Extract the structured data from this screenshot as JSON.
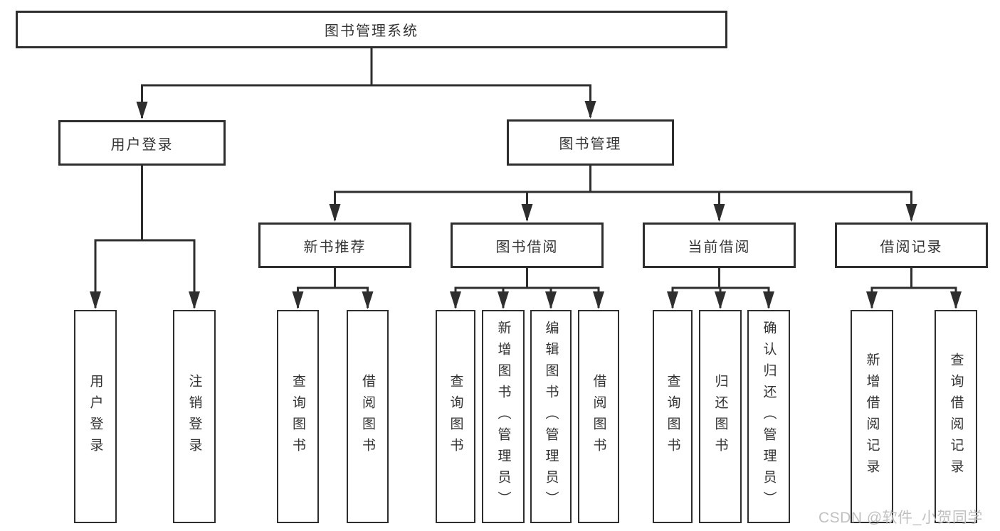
{
  "diagram": {
    "title": "图书管理系统",
    "root": {
      "label": "图书管理系统"
    },
    "level2": [
      {
        "id": "user-login",
        "label": "用户登录"
      },
      {
        "id": "book-management",
        "label": "图书管理"
      }
    ],
    "level3": [
      {
        "id": "new-book-recommend",
        "label": "新书推荐",
        "parent": "book-management"
      },
      {
        "id": "book-borrow",
        "label": "图书借阅",
        "parent": "book-management"
      },
      {
        "id": "current-borrow",
        "label": "当前借阅",
        "parent": "book-management"
      },
      {
        "id": "borrow-records",
        "label": "借阅记录",
        "parent": "book-management"
      }
    ],
    "leaves": {
      "user_login": [
        "用户登录",
        "注销登录"
      ],
      "new_book_recommend": [
        "查询图书",
        "借阅图书"
      ],
      "book_borrow": [
        "查询图书",
        "新增图书（管理员）",
        "编辑图书（管理员）",
        "借阅图书"
      ],
      "current_borrow": [
        "查询图书",
        "归还图书",
        "确认归还（管理员）"
      ],
      "borrow_records": [
        "新增借阅记录",
        "查询借阅记录"
      ]
    }
  },
  "watermark": "CSDN @软件_小贺同学",
  "colors": {
    "line": "#2e2e2e",
    "text": "#333333",
    "box_background": "#ffffff",
    "watermark": "#c0c0c0",
    "background": "#ffffff"
  }
}
